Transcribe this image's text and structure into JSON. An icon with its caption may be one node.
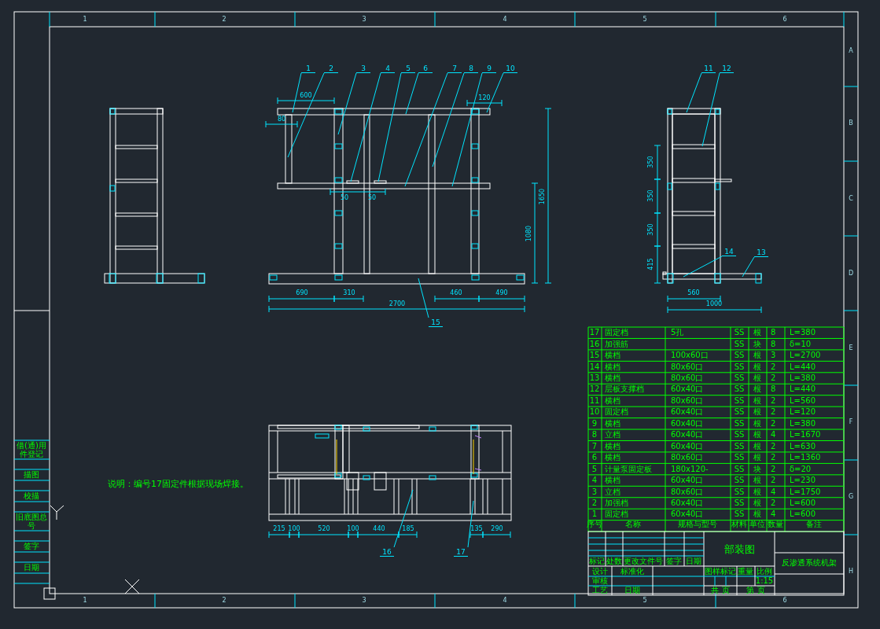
{
  "diagram": {
    "nodes": [
      {
        "text": [
          "1"
        ]
      },
      {
        "text": [
          "2"
        ]
      },
      {
        "text": [
          "3"
        ]
      },
      {
        "text": [
          "4"
        ]
      },
      {
        "text": [
          "5"
        ]
      },
      {
        "text": [
          "6"
        ]
      },
      {
        "text": [
          "7"
        ]
      },
      {
        "text": [
          "8"
        ]
      },
      {
        "text": [
          "9"
        ]
      },
      {
        "text": [
          "10"
        ]
      },
      {
        "text": [
          "11"
        ]
      },
      {
        "text": [
          "12"
        ]
      },
      {
        "text": [
          "13"
        ]
      },
      {
        "text": [
          "14"
        ]
      },
      {
        "text": [
          "15"
        ]
      },
      {
        "text": [
          "16"
        ]
      },
      {
        "text": [
          "17"
        ]
      }
    ],
    "edges": [
      {
        "from": 0,
        "to": null,
        "arrow": "none"
      },
      {
        "from": 1,
        "to": null,
        "arrow": "none"
      },
      {
        "from": 2,
        "to": null,
        "arrow": "none"
      },
      {
        "from": 3,
        "to": null,
        "arrow": "none"
      },
      {
        "from": 4,
        "to": null,
        "arrow": "none"
      },
      {
        "from": 5,
        "to": null,
        "arrow": "none"
      },
      {
        "from": 6,
        "to": null,
        "arrow": "none"
      },
      {
        "from": 7,
        "to": null,
        "arrow": "none"
      },
      {
        "from": 8,
        "to": null,
        "arrow": "none"
      },
      {
        "from": 9,
        "to": null,
        "arrow": "none"
      },
      {
        "from": 10,
        "to": null,
        "arrow": "none"
      },
      {
        "from": 11,
        "to": null,
        "arrow": "none"
      },
      {
        "from": 12,
        "to": null,
        "arrow": "none"
      },
      {
        "from": 13,
        "to": null,
        "arrow": "none"
      },
      {
        "from": 14,
        "to": null,
        "arrow": "none"
      },
      {
        "from": 15,
        "to": null,
        "arrow": "none"
      },
      {
        "from": 16,
        "to": null,
        "arrow": "none"
      }
    ],
    "labels": [
      "1",
      "2",
      "3",
      "4",
      "5",
      "6",
      "A",
      "B",
      "C",
      "D",
      "E",
      "F",
      "G",
      "H",
      "1",
      "2",
      "3",
      "4",
      "5",
      "6",
      "600",
      "80",
      "120",
      "50",
      "50",
      "1650",
      "1080",
      "690",
      "310",
      "460",
      "490",
      "2700",
      "350",
      "350",
      "350",
      "415",
      "560",
      "1000",
      "215",
      "100",
      "520",
      "100",
      "440",
      "185",
      "135",
      "290",
      "说明：编号17固定件根据现场焊接。",
      "17",
      "固定档",
      "5孔",
      "SS",
      "根",
      "8",
      "L=380",
      "16",
      "加强筋",
      "SS",
      "块",
      "8",
      "δ=10",
      "15",
      "横档",
      "100x60口",
      "SS",
      "根",
      "3",
      "L=2700",
      "14",
      "横档",
      "80x60口",
      "SS",
      "根",
      "2",
      "L=440",
      "13",
      "横档",
      "80x60口",
      "SS",
      "根",
      "2",
      "L=380",
      "12",
      "层板支撑档",
      "60x40口",
      "SS",
      "根",
      "8",
      "L=440",
      "11",
      "横档",
      "80x60口",
      "SS",
      "根",
      "2",
      "L=560",
      "10",
      "固定档",
      "60x40口",
      "SS",
      "根",
      "2",
      "L=120",
      "9",
      "横档",
      "60x40口",
      "SS",
      "根",
      "2",
      "L=380",
      "8",
      "立档",
      "60x40口",
      "SS",
      "根",
      "4",
      "L=1670",
      "7",
      "横档",
      "60x40口",
      "SS",
      "根",
      "2",
      "L=630",
      "6",
      "横档",
      "80x60口",
      "SS",
      "根",
      "2",
      "L=1360",
      "5",
      "计量泵固定板",
      "180x120-",
      "SS",
      "块",
      "2",
      "δ=20",
      "4",
      "横档",
      "60x40口",
      "SS",
      "根",
      "2",
      "L=230",
      "3",
      "立档",
      "80x60口",
      "SS",
      "根",
      "4",
      "L=1750",
      "2",
      "加强档",
      "60x40口",
      "SS",
      "根",
      "2",
      "L=600",
      "1",
      "固定档",
      "60x40口",
      "SS",
      "根",
      "4",
      "L=600",
      "序号",
      "名称",
      "规格与型号",
      "材料",
      "单位",
      "数量",
      "备注",
      "部装图",
      "标记",
      "处数",
      "更改文件号",
      "签字",
      "日期",
      "反渗透系统机架",
      "设计",
      "标准化",
      "图样标记",
      "重量",
      "比例",
      "审核",
      "1:15",
      "工艺",
      "日期",
      "共 页",
      "第 页",
      "借(通)用件登记",
      "描图",
      "校描",
      "旧底图总号",
      "签字",
      "日期"
    ]
  }
}
